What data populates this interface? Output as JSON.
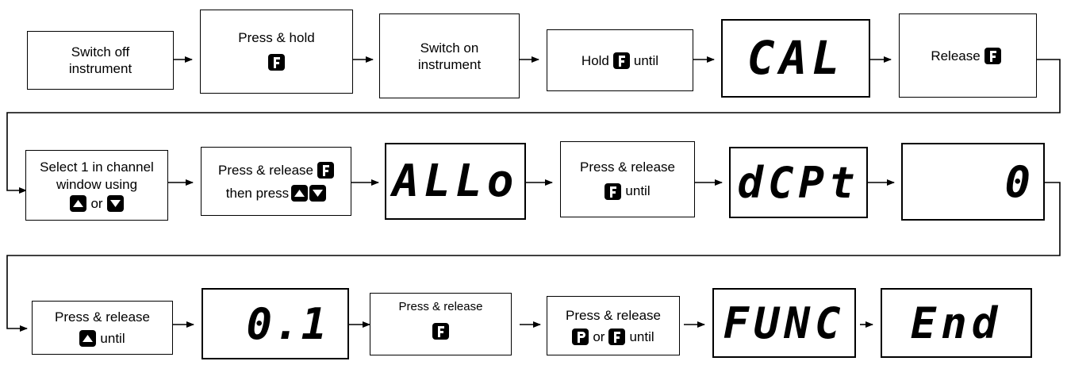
{
  "steps": {
    "switch_off": {
      "line1": "Switch off",
      "line2": "instrument"
    },
    "press_hold": {
      "line1": "Press & hold"
    },
    "switch_on": {
      "line1": "Switch on",
      "line2": "instrument"
    },
    "hold_until": {
      "pre": "Hold",
      "post": "until"
    },
    "display_cal": {
      "text": "CAL"
    },
    "release": {
      "pre": "Release"
    },
    "select_channel": {
      "line1": "Select 1 in channel",
      "line2": "window using",
      "or": "or"
    },
    "press_release_then": {
      "line1": "Press & release",
      "line2": "then press"
    },
    "display_allo": {
      "text": "ALLo"
    },
    "press_release_until_1": {
      "line1": "Press & release",
      "until": "until"
    },
    "display_dcpt": {
      "text": "dCPt"
    },
    "display_zero": {
      "text": "0"
    },
    "press_release_up_until": {
      "line1": "Press & release",
      "until": "until"
    },
    "display_zero_one": {
      "text": "0.1"
    },
    "press_release_f": {
      "line1": "Press & release"
    },
    "press_release_p_or_f": {
      "line1": "Press & release",
      "or": "or",
      "until": "until"
    },
    "display_func": {
      "text": "FUNC"
    },
    "display_end": {
      "text": "End"
    }
  },
  "keys": {
    "f": "F",
    "p": "P"
  },
  "icons": [
    "f-key-icon",
    "p-key-icon",
    "up-arrow-key-icon",
    "down-arrow-key-icon"
  ]
}
